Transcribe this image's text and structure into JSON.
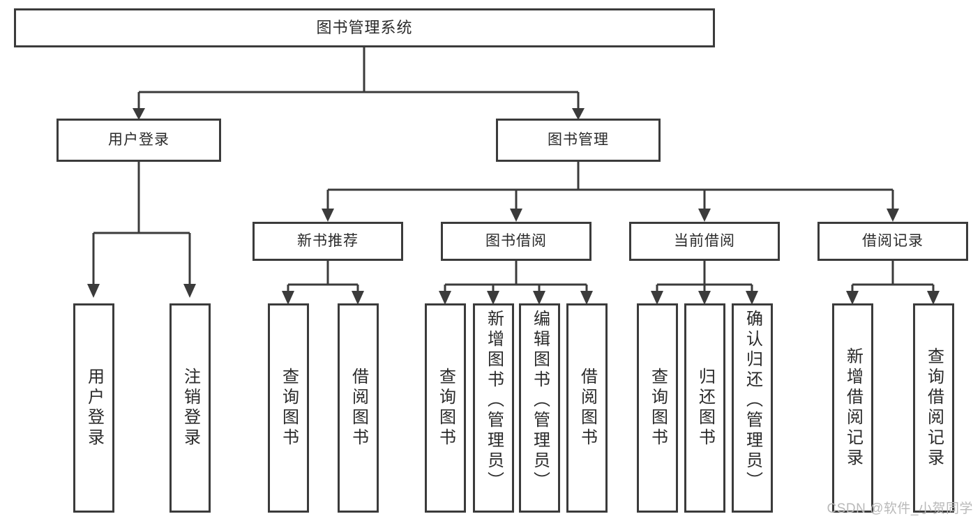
{
  "diagram": {
    "title": "图书管理系统",
    "type": "tree-hierarchy",
    "colors": {
      "line": "#3b3b3b",
      "box_border": "#3b3b3b",
      "box_fill": "#ffffff",
      "text": "#2a2a2a",
      "watermark": "#b9b9b9"
    },
    "root": {
      "label": "图书管理系统"
    },
    "level2": [
      {
        "label": "用户登录"
      },
      {
        "label": "图书管理"
      }
    ],
    "level3": [
      {
        "label": "新书推荐"
      },
      {
        "label": "图书借阅"
      },
      {
        "label": "当前借阅"
      },
      {
        "label": "借阅记录"
      }
    ],
    "leaves": {
      "user_login": [
        {
          "label": "用户登录"
        },
        {
          "label": "注销登录"
        }
      ],
      "new_book_rec": [
        {
          "label": "查询图书"
        },
        {
          "label": "借阅图书"
        }
      ],
      "book_borrow": [
        {
          "label": "查询图书"
        },
        {
          "label": "新增图书（管理员）"
        },
        {
          "label": "编辑图书（管理员）"
        },
        {
          "label": "借阅图书"
        }
      ],
      "current_borrow": [
        {
          "label": "查询图书"
        },
        {
          "label": "归还图书"
        },
        {
          "label": "确认归还（管理员）"
        }
      ],
      "borrow_record": [
        {
          "label": "新增借阅记录"
        },
        {
          "label": "查询借阅记录"
        }
      ]
    }
  },
  "watermark": {
    "text": "CSDN @软件_小贺同学"
  }
}
